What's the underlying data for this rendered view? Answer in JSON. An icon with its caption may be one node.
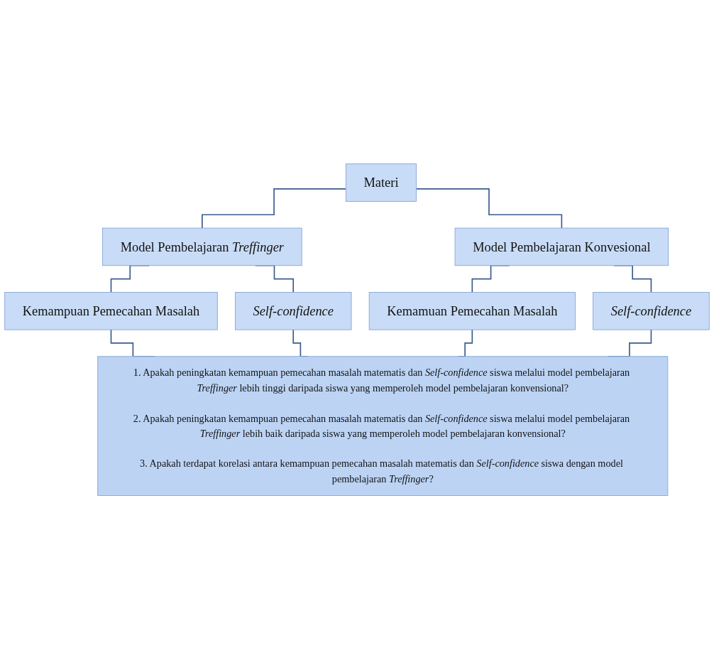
{
  "diagram": {
    "nodes": [
      {
        "text": [
          "Materi"
        ]
      },
      {
        "text": [
          "Model Pembelajaran *Treffinger*"
        ]
      },
      {
        "text": [
          "Model Pembelajaran Konvesional"
        ]
      },
      {
        "text": [
          "Kemampuan Pemecahan Masalah"
        ]
      },
      {
        "text": [
          "Self-confidence"
        ]
      },
      {
        "text": [
          "Kemamuan Pemecahan Masalah"
        ]
      },
      {
        "text": [
          "Self-confidence"
        ]
      },
      {
        "text": [
          "1. Apakah peningkatan kemampuan pemecahan masalah matematis dan *Self-confidence* siswa melalui model pembelajaran *Treffinger* lebih tinggi daripada siswa yang memperoleh model pembelajaran konvensional?",
          "2. Apakah peningkatan kemampuan pemecahan masalah matematis dan *Self-confidence* siswa melalui model pembelajaran *Treffinger* lebih baik daripada siswa yang memperoleh model pembelajaran konvensional?",
          "3. Apakah terdapat korelasi antara kemampuan pemecahan masalah matematis dan *Self-confidence* siswa dengan model pembelajaran *Treffinger*?"
        ]
      }
    ],
    "edges": [
      {
        "from": 0,
        "to": 1,
        "arrow": "none"
      },
      {
        "from": 0,
        "to": 2,
        "arrow": "none"
      },
      {
        "from": 1,
        "to": 3,
        "arrow": "none"
      },
      {
        "from": 1,
        "to": 4,
        "arrow": "none"
      },
      {
        "from": 2,
        "to": 5,
        "arrow": "none"
      },
      {
        "from": 2,
        "to": 6,
        "arrow": "none"
      },
      {
        "from": 3,
        "to": 7,
        "arrow": "none"
      },
      {
        "from": 4,
        "to": 7,
        "arrow": "none"
      },
      {
        "from": 5,
        "to": 7,
        "arrow": "none"
      },
      {
        "from": 6,
        "to": 7,
        "arrow": "none"
      }
    ]
  }
}
